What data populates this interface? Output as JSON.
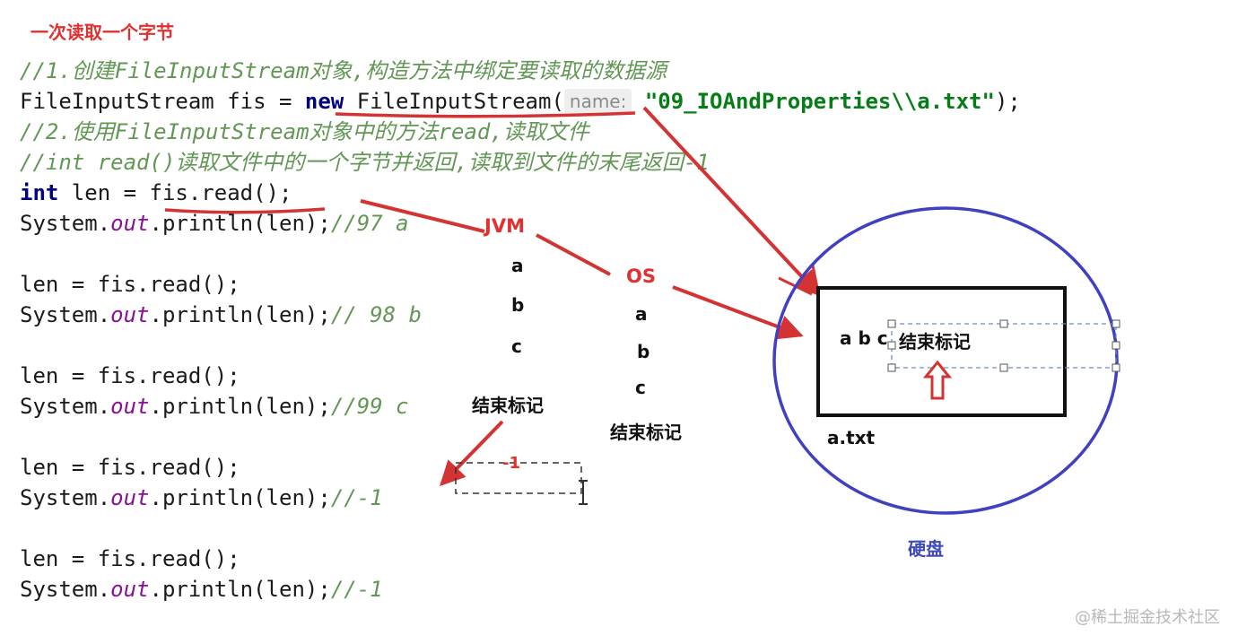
{
  "title": "一次读取一个字节",
  "code": {
    "l1_comment": "//1.创建FileInputStream对象,构造方法中绑定要读取的数据源",
    "l2_type": "FileInputStream fis = ",
    "l2_new": "new",
    "l2_ctor": " FileInputStream(",
    "l2_hint": "name:",
    "l2_string": "\"09_IOAndProperties\\\\a.txt\"",
    "l2_end": ");",
    "l3_comment": "//2.使用FileInputStream对象中的方法read,读取文件",
    "l4_comment": "//int read()读取文件中的一个字节并返回,读取到文件的末尾返回-1",
    "l5_kw": "int",
    "l5_rest": " len = fis.read();",
    "l6_a": "System.",
    "l6_out": "out",
    "l6_b": ".println(len);",
    "l6_c": "//97 a",
    "l8": "len = fis.read();",
    "l9_a": "System.",
    "l9_out": "out",
    "l9_b": ".println(len);",
    "l9_c": "// 98 b",
    "l11": "len = fis.read();",
    "l12_a": "System.",
    "l12_out": "out",
    "l12_b": ".println(len);",
    "l12_c": "//99 c",
    "l14": "len = fis.read();",
    "l15_a": "System.",
    "l15_out": "out",
    "l15_b": ".println(len);",
    "l15_c": "//-1",
    "l17": "len = fis.read();",
    "l18_a": "System.",
    "l18_out": "out",
    "l18_b": ".println(len);",
    "l18_c": "//-1"
  },
  "diagram": {
    "jvm_label": "JVM",
    "jvm_items": [
      "a",
      "b",
      "c",
      "结束标记"
    ],
    "os_label": "OS",
    "os_items": [
      "a",
      "b",
      "c",
      "结束标记"
    ],
    "minus_one": "-1",
    "file_content": "a b c",
    "end_marker": "结束标记",
    "file_name": "a.txt",
    "disk_label": "硬盘"
  },
  "colors": {
    "red": "#d43333",
    "blue": "#4040c0",
    "comment": "#629755"
  },
  "watermark": "@稀土掘金技术社区"
}
